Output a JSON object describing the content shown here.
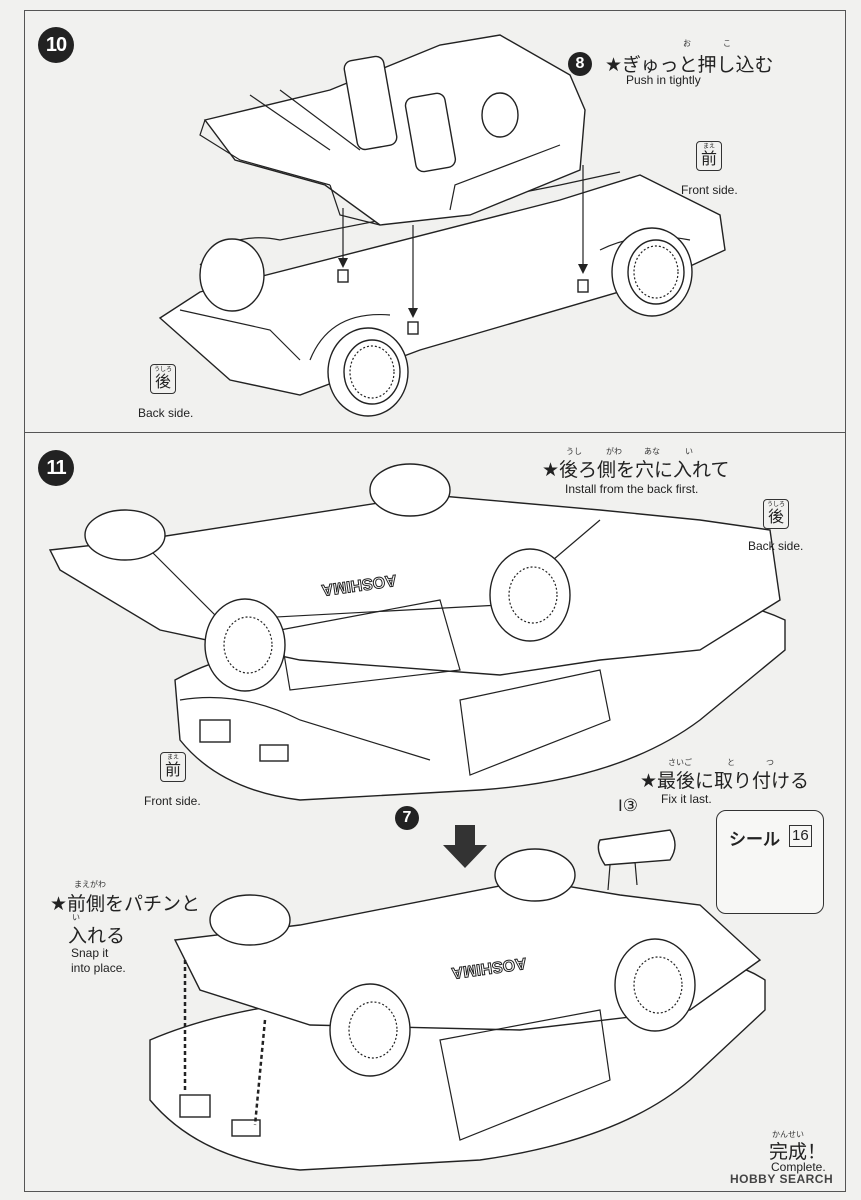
{
  "step10": {
    "number": "10",
    "part_number": "8",
    "instruction_jp": "★ぎゅっと押し込む",
    "instruction_ruby": [
      "お",
      "こ"
    ],
    "instruction_en": "Push in tightly",
    "front": {
      "ruby": "まえ",
      "kanji": "前",
      "label": "Front side."
    },
    "back": {
      "ruby": "うしろ",
      "kanji": "後",
      "label": "Back side."
    }
  },
  "step11": {
    "number": "11",
    "instruction1_jp": "★後ろ側を穴に入れて",
    "instruction1_ruby": [
      "うし",
      "がわ",
      "あな",
      "い"
    ],
    "instruction1_en": "Install from the back first.",
    "back": {
      "ruby": "うしろ",
      "kanji": "後",
      "label": "Back side."
    },
    "front": {
      "ruby": "まえ",
      "kanji": "前",
      "label": "Front side."
    },
    "logo_text": "AOSHIMA",
    "part_number": "7",
    "instruction2_jp": "★最後に取り付ける",
    "instruction2_ruby": [
      "さいご",
      "と",
      "つ"
    ],
    "instruction2_en": "Fix it last.",
    "part_ref": "I③",
    "sticker_label": "シール",
    "sticker_number": "16",
    "instruction3_jp_line1": "★前側をパチンと",
    "instruction3_jp_line2": "入れる",
    "instruction3_ruby1": "まえがわ",
    "instruction3_ruby2": "い",
    "instruction3_en_line1": "Snap it",
    "instruction3_en_line2": "into place.",
    "complete_ruby": "かんせい",
    "complete_jp": "完成！",
    "complete_en": "Complete."
  },
  "watermark": "HOBBY SEARCH"
}
